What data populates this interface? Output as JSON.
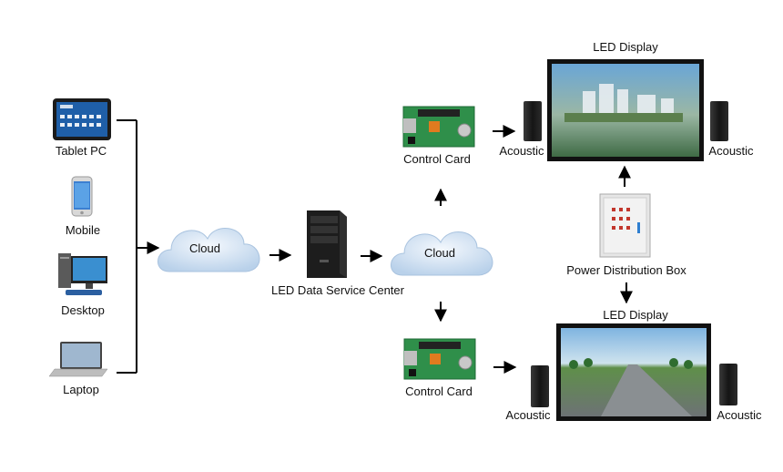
{
  "devices": {
    "tablet": "Tablet PC",
    "mobile": "Mobile",
    "desktop": "Desktop",
    "laptop": "Laptop"
  },
  "cloud_left": "Cloud",
  "cloud_right": "Cloud",
  "server": "LED Data Service Center",
  "control_card_top": "Control Card",
  "control_card_bottom": "Control Card",
  "led_display_top": "LED Display",
  "led_display_bottom": "LED Display",
  "acoustic_top_left": "Acoustic",
  "acoustic_top_right": "Acoustic",
  "acoustic_bottom_left": "Acoustic",
  "acoustic_bottom_right": "Acoustic",
  "power_box": "Power Distribution Box",
  "colors": {
    "line": "#000000",
    "cloud": "#cfe0f1",
    "pcb": "#2f8f4a",
    "screen_frame": "#111111",
    "speaker": "#1e1e1e",
    "cabinet": "#e6e6e6"
  }
}
